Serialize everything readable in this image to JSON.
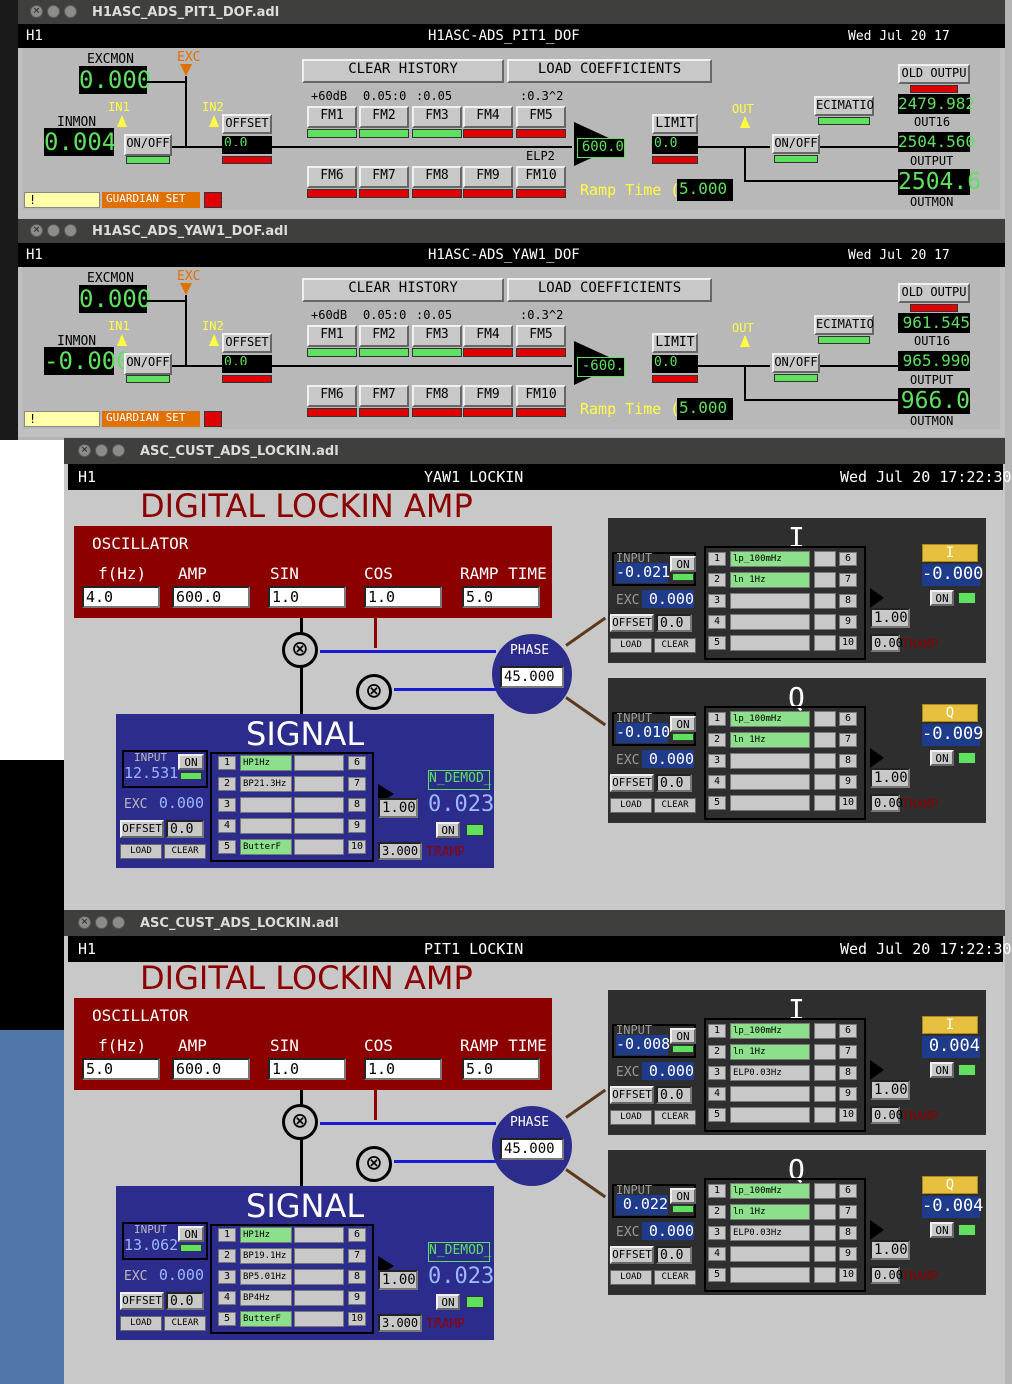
{
  "dof_windows": [
    {
      "title": "H1ASC_ADS_PIT1_DOF.adl",
      "site": "H1",
      "header": "H1ASC-ADS_PIT1_DOF",
      "date": "Wed Jul 20 17",
      "excmon_label": "EXCMON",
      "excmon": "0.000",
      "exc": "EXC",
      "inmon_label": "INMON",
      "inmon": "0.004",
      "in1": "IN1",
      "in2": "IN2",
      "onoff": "ON/OFF",
      "offset_label": "OFFSET",
      "offset": "0.0",
      "clear_history": "CLEAR HISTORY",
      "load_coefficients": "LOAD COEFFICIENTS",
      "fm_tags": [
        "+60dB",
        "0.05:0",
        ":0.05",
        "",
        ":0.3^2"
      ],
      "fm_top": [
        "FM1",
        "FM2",
        "FM3",
        "FM4",
        "FM5"
      ],
      "fm_bottom": [
        "FM6",
        "FM7",
        "FM8",
        "FM9",
        "FM10"
      ],
      "elp": "ELP2",
      "gain": "600.0",
      "limit_label": "LIMIT",
      "limit": "0.0",
      "ramp_label": "Ramp Time (s",
      "ramp": "5.000",
      "out": "OUT",
      "onoff2": "ON/OFF",
      "hold_output": "OLD OUTPU",
      "decimation": "ECIMATIO",
      "val1": "2479.982",
      "out16": "OUT16",
      "val2": "2504.560",
      "output_label": "OUTPUT",
      "outmon": "2504.6",
      "outmon_label": "OUTMON",
      "exclaim": "!",
      "guardian": "GUARDIAN SET"
    },
    {
      "title": "H1ASC_ADS_YAW1_DOF.adl",
      "site": "H1",
      "header": "H1ASC-ADS_YAW1_DOF",
      "date": "Wed Jul 20 17",
      "excmon_label": "EXCMON",
      "excmon": "0.000",
      "exc": "EXC",
      "inmon_label": "INMON",
      "inmon": "-0.000",
      "in1": "IN1",
      "in2": "IN2",
      "onoff": "ON/OFF",
      "offset_label": "OFFSET",
      "offset": "0.0",
      "clear_history": "CLEAR HISTORY",
      "load_coefficients": "LOAD COEFFICIENTS",
      "fm_tags": [
        "+60dB",
        "0.05:0",
        ":0.05",
        "",
        ":0.3^2"
      ],
      "fm_top": [
        "FM1",
        "FM2",
        "FM3",
        "FM4",
        "FM5"
      ],
      "fm_bottom": [
        "FM6",
        "FM7",
        "FM8",
        "FM9",
        "FM10"
      ],
      "elp": "",
      "gain": "-600.",
      "limit_label": "LIMIT",
      "limit": "0.0",
      "ramp_label": "Ramp Time (s",
      "ramp": "5.000",
      "out": "OUT",
      "onoff2": "ON/OFF",
      "hold_output": "OLD OUTPU",
      "decimation": "ECIMATIO",
      "val1": "961.545",
      "out16": "OUT16",
      "val2": "965.990",
      "output_label": "OUTPUT",
      "outmon": "966.0",
      "outmon_label": "OUTMON",
      "exclaim": "!",
      "guardian": "GUARDIAN SET"
    }
  ],
  "lockin_windows": [
    {
      "title": "ASC_CUST_ADS_LOCKIN.adl",
      "site": "H1",
      "header": "YAW1 LOCKIN",
      "date": "Wed Jul 20 17:22:30",
      "big_title": "DIGITAL LOCKIN AMP",
      "osc_label": "OSCILLATOR",
      "osc_headers": [
        "f(Hz)",
        "AMP",
        "SIN",
        "COS",
        "RAMP TIME"
      ],
      "osc_values": [
        "4.0",
        "600.0",
        "1.0",
        "1.0",
        "5.0"
      ],
      "phase_label": "PHASE",
      "phase": "45.000",
      "signal_title": "SIGNAL",
      "signal": {
        "input_label": "INPUT",
        "input": "12.531",
        "on": "ON",
        "exc_label": "EXC",
        "exc": "0.000",
        "offset_label": "OFFSET",
        "offset": "0.0",
        "load": "LOAD",
        "clear": "CLEAR",
        "filters": [
          "HP1Hz",
          "BP21.3Hz",
          "",
          "",
          "ButterF"
        ],
        "gain": "1.00",
        "demod_label": "N_DEMOD_",
        "demod": "0.023",
        "on2": "ON",
        "tramp": "3.000",
        "tramp_label": "TRAMP"
      },
      "channels": [
        {
          "name": "I",
          "input_label": "INPUT",
          "input": "-0.021",
          "on": "ON",
          "exc_label": "EXC",
          "exc": "0.000",
          "offset_label": "OFFSET",
          "offset": "0.0",
          "load": "LOAD",
          "clear": "CLEAR",
          "filters": [
            "lp_100mHz",
            "ln 1Hz",
            "",
            "",
            ""
          ],
          "gain": "1.00",
          "link": "I",
          "out": "-0.000",
          "on2": "ON",
          "tramp": "0.00",
          "tramp_label": "TRAMP"
        },
        {
          "name": "Q",
          "input_label": "INPUT",
          "input": "-0.010",
          "on": "ON",
          "exc_label": "EXC",
          "exc": "0.000",
          "offset_label": "OFFSET",
          "offset": "0.0",
          "load": "LOAD",
          "clear": "CLEAR",
          "filters": [
            "lp_100mHz",
            "ln 1Hz",
            "",
            "",
            ""
          ],
          "gain": "1.00",
          "link": "Q",
          "out": "-0.009",
          "on2": "ON",
          "tramp": "0.00",
          "tramp_label": "TRAMP"
        }
      ]
    },
    {
      "title": "ASC_CUST_ADS_LOCKIN.adl",
      "site": "H1",
      "header": "PIT1 LOCKIN",
      "date": "Wed Jul 20 17:22:30",
      "big_title": "DIGITAL LOCKIN AMP",
      "osc_label": "OSCILLATOR",
      "osc_headers": [
        "f(Hz)",
        "AMP",
        "SIN",
        "COS",
        "RAMP TIME"
      ],
      "osc_values": [
        "5.0",
        "600.0",
        "1.0",
        "1.0",
        "5.0"
      ],
      "phase_label": "PHASE",
      "phase": "45.000",
      "signal_title": "SIGNAL",
      "signal": {
        "input_label": "INPUT",
        "input": "13.062",
        "on": "ON",
        "exc_label": "EXC",
        "exc": "0.000",
        "offset_label": "OFFSET",
        "offset": "0.0",
        "load": "LOAD",
        "clear": "CLEAR",
        "filters": [
          "HP1Hz",
          "BP19.1Hz",
          "BP5.01Hz",
          "BP4Hz",
          "ButterF"
        ],
        "gain": "1.00",
        "demod_label": "N_DEMOD_",
        "demod": "0.023",
        "on2": "ON",
        "tramp": "3.000",
        "tramp_label": "TRAMP"
      },
      "channels": [
        {
          "name": "I",
          "input_label": "INPUT",
          "input": "-0.008",
          "on": "ON",
          "exc_label": "EXC",
          "exc": "0.000",
          "offset_label": "OFFSET",
          "offset": "0.0",
          "load": "LOAD",
          "clear": "CLEAR",
          "filters": [
            "lp_100mHz",
            "ln 1Hz",
            "ELP0.03Hz",
            "",
            ""
          ],
          "gain": "1.00",
          "link": "I",
          "out": "0.004",
          "on2": "ON",
          "tramp": "0.00",
          "tramp_label": "TRAMP"
        },
        {
          "name": "Q",
          "input_label": "INPUT",
          "input": "0.022",
          "on": "ON",
          "exc_label": "EXC",
          "exc": "0.000",
          "offset_label": "OFFSET",
          "offset": "0.0",
          "load": "LOAD",
          "clear": "CLEAR",
          "filters": [
            "lp_100mHz",
            "ln 1Hz",
            "ELP0.03Hz",
            "",
            ""
          ],
          "gain": "1.00",
          "link": "Q",
          "out": "-0.004",
          "on2": "ON",
          "tramp": "0.00",
          "tramp_label": "TRAMP"
        }
      ]
    }
  ]
}
